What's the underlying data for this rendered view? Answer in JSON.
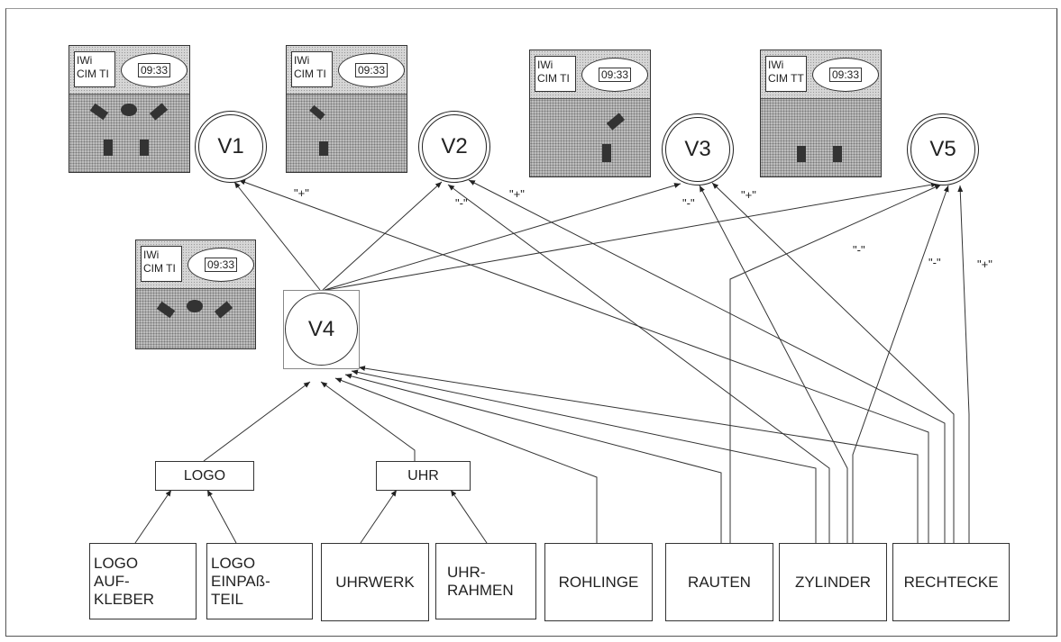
{
  "screens": [
    {
      "id": "screen-v1",
      "line1": "IWi",
      "line2": "CIM TI",
      "time": "09:33"
    },
    {
      "id": "screen-v2",
      "line1": "IWi",
      "line2": "CIM TI",
      "time": "09:33"
    },
    {
      "id": "screen-v3",
      "line1": "IWi",
      "line2": "CIM TI",
      "time": "09:33"
    },
    {
      "id": "screen-v5",
      "line1": "IWi",
      "line2": "CIM TT",
      "time": "09:33"
    },
    {
      "id": "screen-v4",
      "line1": "IWi",
      "line2": "CIM TI",
      "time": "09:33"
    }
  ],
  "nodes": {
    "v1": "V1",
    "v2": "V2",
    "v3": "V3",
    "v4": "V4",
    "v5": "V5"
  },
  "groups": {
    "logo": "LOGO",
    "uhr": "UHR"
  },
  "leaves": {
    "logo_aufkleber": [
      "LOGO",
      "AUF-",
      "KLEBER"
    ],
    "logo_einpassteil": [
      "LOGO",
      "EINPAß-",
      "TEIL"
    ],
    "uhrwerk": "UHRWERK",
    "uhr_rahmen": [
      "UHR-",
      "RAHMEN"
    ],
    "rohlinge": "ROHLINGE",
    "rauten": "RAUTEN",
    "zylinder": "ZYLINDER",
    "rechtecke": "RECHTECKE"
  },
  "signs": {
    "v1_plus": "\"+\"",
    "v2_minus": "\"-\"",
    "v2_plus": "\"+\"",
    "v3_minus": "\"-\"",
    "v3_plus": "\"+\"",
    "rauten_minus": "\"-\"",
    "zylinder_minus": "\"-\"",
    "rechtecke_plus": "\"+\""
  }
}
